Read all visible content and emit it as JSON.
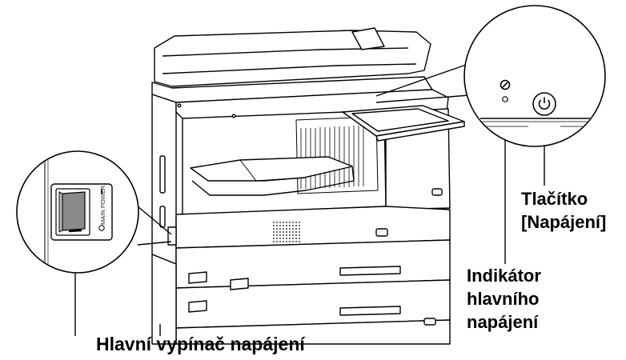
{
  "callouts": {
    "main_switch": "Hlavní vypínač napájení",
    "power_button": "Tlačítko\n[Napájení]",
    "main_power_indicator": "Indikátor\nhlavního\nnapájení"
  },
  "switch_plate": {
    "text": "MAIN POWER"
  },
  "icons": {
    "power_button_symbol": "power-standby-icon",
    "indicator_symbol": "power-save-icon"
  },
  "colors": {
    "line": "#000000",
    "switch_rocker": "#8a8a8a",
    "panel_fill": "#ffffff"
  }
}
